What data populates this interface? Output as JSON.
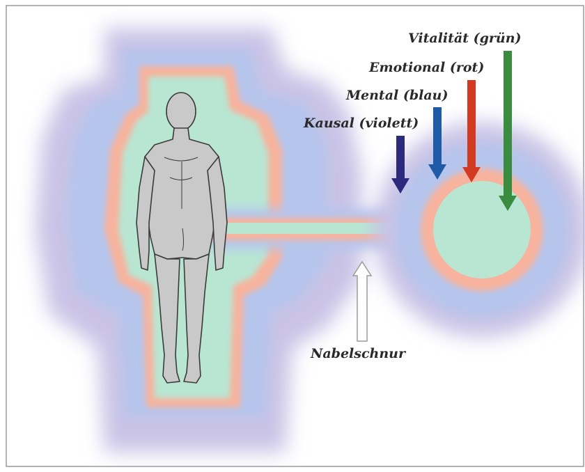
{
  "diagram": {
    "labels": {
      "vitalitaet": "Vitalität (grün)",
      "emotional": "Emotional (rot)",
      "mental": "Mental (blau)",
      "kausal": "Kausal (violett)",
      "nabelschnur": "Nabelschnur"
    },
    "colors": {
      "vitalitaet": "#3a8c3f",
      "emotional": "#d23a22",
      "mental": "#1f5aa6",
      "kausal": "#2b2a7c",
      "nabelschnur_fill": "#ffffff",
      "nabelschnur_stroke": "#9a9a9a",
      "aura_outer_violet": "#c9c3e6",
      "aura_blue": "#b6c5ec",
      "aura_red": "#f7b39d",
      "aura_green": "#b8e6d3",
      "figure_fill": "#c9c9c9",
      "figure_stroke": "#3a3a3a",
      "frame": "#9a9a9a"
    }
  }
}
